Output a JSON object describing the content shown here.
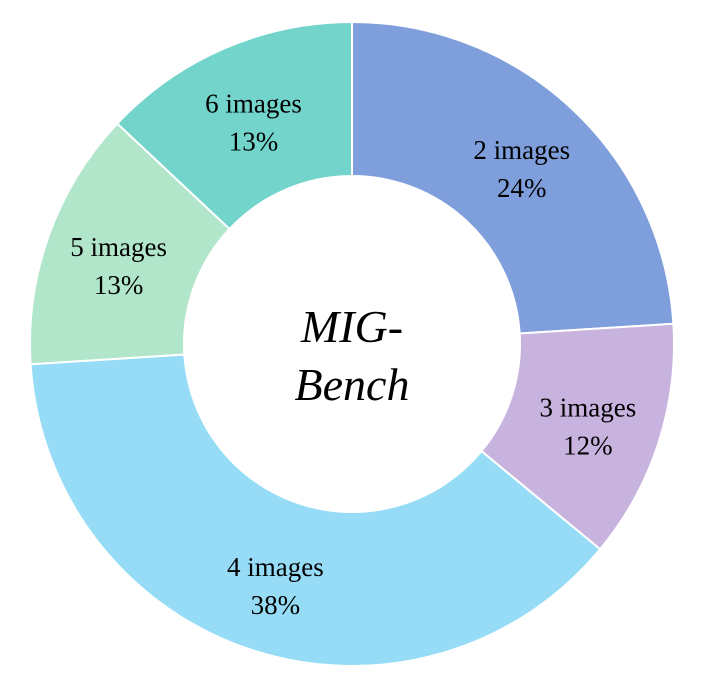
{
  "chart_data": {
    "type": "donut",
    "title": "",
    "center_label": {
      "line1": "MIG-",
      "line2": "Bench"
    },
    "legend": "none",
    "slices": [
      {
        "name": "2 images",
        "percent_label": "24%",
        "value": 24,
        "color": "#7e9fdb"
      },
      {
        "name": "3 images",
        "percent_label": "12%",
        "value": 12,
        "color": "#c8b2de"
      },
      {
        "name": "4 images",
        "percent_label": "38%",
        "value": 38,
        "color": "#96dcf7"
      },
      {
        "name": "5 images",
        "percent_label": "13%",
        "value": 13,
        "color": "#b2e6cb"
      },
      {
        "name": "6 images",
        "percent_label": "13%",
        "value": 13,
        "color": "#72d4cb"
      }
    ]
  }
}
